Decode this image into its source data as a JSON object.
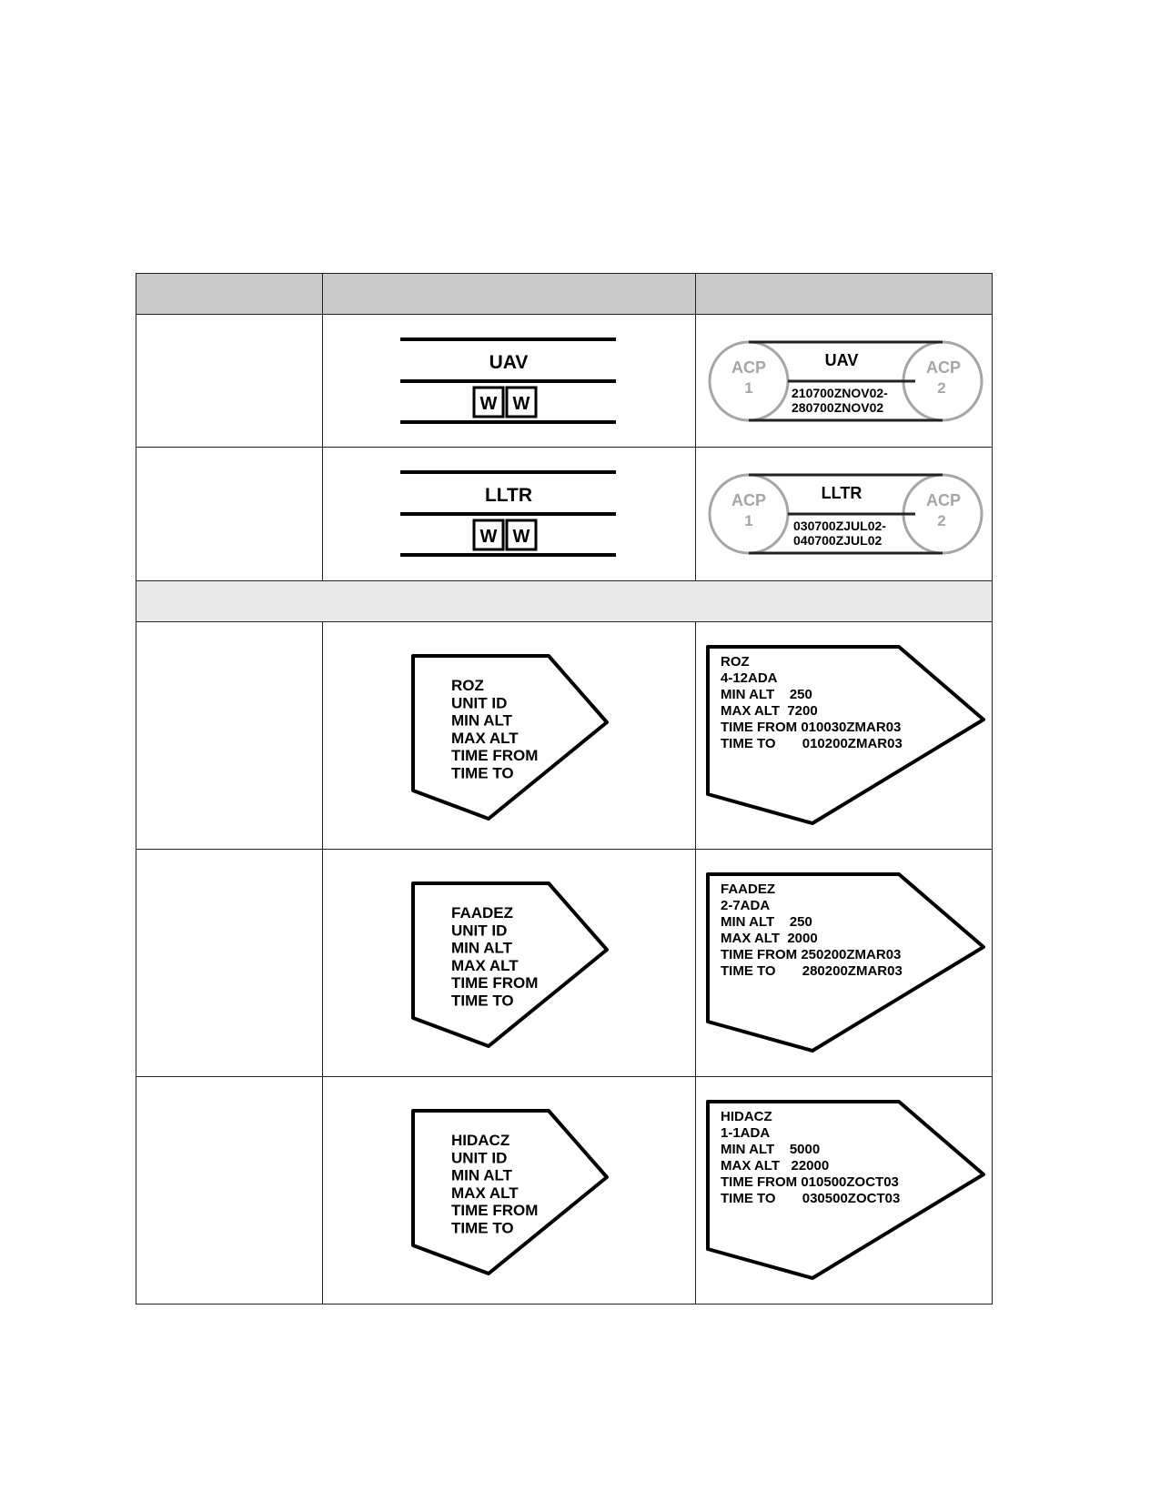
{
  "corridors": [
    {
      "name": "UAV",
      "symbol_letters": [
        "W",
        "W"
      ],
      "acp_left": "ACP",
      "acp_left_num": "1",
      "acp_right": "ACP",
      "acp_right_num": "2",
      "time_line1": "210700ZNOV02-",
      "time_line2": "280700ZNOV02"
    },
    {
      "name": "LLTR",
      "symbol_letters": [
        "W",
        "W"
      ],
      "acp_left": "ACP",
      "acp_left_num": "1",
      "acp_right": "ACP",
      "acp_right_num": "2",
      "time_line1": "030700ZJUL02-",
      "time_line2": "040700ZJUL02"
    }
  ],
  "zones": [
    {
      "template": [
        "ROZ",
        "UNIT ID",
        "MIN ALT",
        "MAX ALT",
        "TIME FROM",
        "TIME TO"
      ],
      "example": [
        "ROZ",
        "4-12ADA",
        "MIN ALT    250",
        "MAX ALT  7200",
        "TIME FROM 010030ZMAR03",
        "TIME TO       010200ZMAR03"
      ]
    },
    {
      "template": [
        "FAADEZ",
        "UNIT ID",
        "MIN ALT",
        "MAX ALT",
        "TIME FROM",
        "TIME TO"
      ],
      "example": [
        "FAADEZ",
        "2-7ADA",
        "MIN ALT    250",
        "MAX ALT  2000",
        "TIME FROM 250200ZMAR03",
        "TIME TO       280200ZMAR03"
      ]
    },
    {
      "template": [
        "HIDACZ",
        "UNIT ID",
        "MIN ALT",
        "MAX ALT",
        "TIME FROM",
        "TIME TO"
      ],
      "example": [
        "HIDACZ",
        "1-1ADA",
        "MIN ALT    5000",
        "MAX ALT   22000",
        "TIME FROM 010500ZOCT03",
        "TIME TO       030500ZOCT03"
      ]
    }
  ]
}
